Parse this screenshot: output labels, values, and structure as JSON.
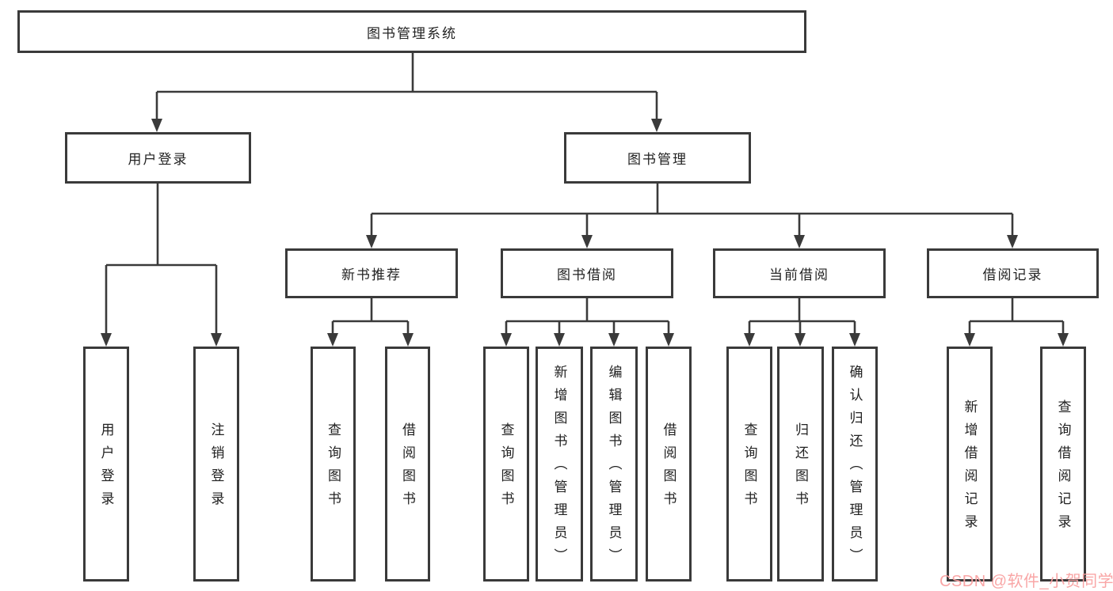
{
  "diagram": {
    "root": {
      "label": "图书管理系统"
    },
    "branches": [
      {
        "label": "用户登录",
        "children": [
          {
            "label": "用户登录"
          },
          {
            "label": "注销登录"
          }
        ]
      },
      {
        "label": "图书管理",
        "children": [
          {
            "label": "新书推荐",
            "children": [
              {
                "label": "查询图书"
              },
              {
                "label": "借阅图书"
              }
            ]
          },
          {
            "label": "图书借阅",
            "children": [
              {
                "label": "查询图书"
              },
              {
                "label": "新增图书（管理员）"
              },
              {
                "label": "编辑图书（管理员）"
              },
              {
                "label": "借阅图书"
              }
            ]
          },
          {
            "label": "当前借阅",
            "children": [
              {
                "label": "查询图书"
              },
              {
                "label": "归还图书"
              },
              {
                "label": "确认归还（管理员）"
              }
            ]
          },
          {
            "label": "借阅记录",
            "children": [
              {
                "label": "新增借阅记录"
              },
              {
                "label": "查询借阅记录"
              }
            ]
          }
        ]
      }
    ]
  },
  "watermark": {
    "text": "CSDN @软件_小贺同学"
  },
  "colors": {
    "line": "#3a3a3a",
    "box_text": "#222222",
    "watermark": "#f9a2a2"
  }
}
